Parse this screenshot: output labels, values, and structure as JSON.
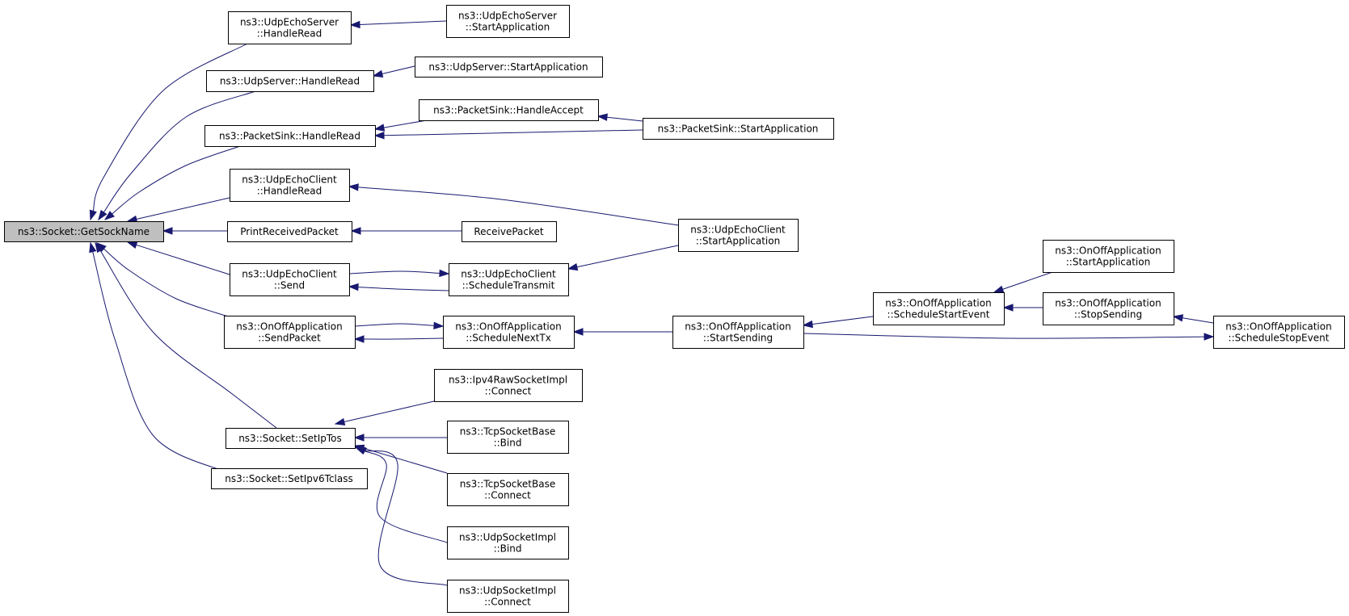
{
  "diagram": {
    "type": "call-graph",
    "colors": {
      "edge": "#191970",
      "node_border": "#000000",
      "node_fill": "#ffffff",
      "root_fill": "#bfbfbf",
      "text": "#000000"
    },
    "nodes": [
      {
        "id": "root",
        "lines": [
          "ns3::Socket::GetSockName"
        ]
      },
      {
        "id": "udpechoserver-handleread",
        "lines": [
          "ns3::UdpEchoServer",
          "::HandleRead"
        ]
      },
      {
        "id": "udpechoserver-startapp",
        "lines": [
          "ns3::UdpEchoServer",
          "::StartApplication"
        ]
      },
      {
        "id": "udpserver-handleread",
        "lines": [
          "ns3::UdpServer::HandleRead"
        ]
      },
      {
        "id": "udpserver-startapp",
        "lines": [
          "ns3::UdpServer::StartApplication"
        ]
      },
      {
        "id": "packetsink-handleaccept",
        "lines": [
          "ns3::PacketSink::HandleAccept"
        ]
      },
      {
        "id": "packetsink-handleread",
        "lines": [
          "ns3::PacketSink::HandleRead"
        ]
      },
      {
        "id": "packetsink-startapp",
        "lines": [
          "ns3::PacketSink::StartApplication"
        ]
      },
      {
        "id": "udpechoclient-handleread",
        "lines": [
          "ns3::UdpEchoClient",
          "::HandleRead"
        ]
      },
      {
        "id": "printreceivedpacket",
        "lines": [
          "PrintReceivedPacket"
        ]
      },
      {
        "id": "receivepacket",
        "lines": [
          "ReceivePacket"
        ]
      },
      {
        "id": "udpechoclient-startapp",
        "lines": [
          "ns3::UdpEchoClient",
          "::StartApplication"
        ]
      },
      {
        "id": "udpechoclient-send",
        "lines": [
          "ns3::UdpEchoClient",
          "::Send"
        ]
      },
      {
        "id": "udpechoclient-scheduletransmit",
        "lines": [
          "ns3::UdpEchoClient",
          "::ScheduleTransmit"
        ]
      },
      {
        "id": "onoff-startapp",
        "lines": [
          "ns3::OnOffApplication",
          "::StartApplication"
        ]
      },
      {
        "id": "onoff-schedulestartevent",
        "lines": [
          "ns3::OnOffApplication",
          "::ScheduleStartEvent"
        ]
      },
      {
        "id": "onoff-stopsending",
        "lines": [
          "ns3::OnOffApplication",
          "::StopSending"
        ]
      },
      {
        "id": "onoff-sendpacket",
        "lines": [
          "ns3::OnOffApplication",
          "::SendPacket"
        ]
      },
      {
        "id": "onoff-schedulenexttx",
        "lines": [
          "ns3::OnOffApplication",
          "::ScheduleNextTx"
        ]
      },
      {
        "id": "onoff-startsending",
        "lines": [
          "ns3::OnOffApplication",
          "::StartSending"
        ]
      },
      {
        "id": "onoff-schedulestopevent",
        "lines": [
          "ns3::OnOffApplication",
          "::ScheduleStopEvent"
        ]
      },
      {
        "id": "ipv4raw-connect",
        "lines": [
          "ns3::Ipv4RawSocketImpl",
          "::Connect"
        ]
      },
      {
        "id": "socket-setiptos",
        "lines": [
          "ns3::Socket::SetIpTos"
        ]
      },
      {
        "id": "tcpsocketbase-bind",
        "lines": [
          "ns3::TcpSocketBase",
          "::Bind"
        ]
      },
      {
        "id": "socket-setipv6tclass",
        "lines": [
          "ns3::Socket::SetIpv6Tclass"
        ]
      },
      {
        "id": "tcpsocketbase-connect",
        "lines": [
          "ns3::TcpSocketBase",
          "::Connect"
        ]
      },
      {
        "id": "udpsocketimpl-bind",
        "lines": [
          "ns3::UdpSocketImpl",
          "::Bind"
        ]
      },
      {
        "id": "udpsocketimpl-connect",
        "lines": [
          "ns3::UdpSocketImpl",
          "::Connect"
        ]
      }
    ],
    "edges": [
      {
        "from": "udpechoserver-handleread",
        "to": "root"
      },
      {
        "from": "udpserver-handleread",
        "to": "root"
      },
      {
        "from": "packetsink-handleread",
        "to": "root"
      },
      {
        "from": "udpechoclient-handleread",
        "to": "root"
      },
      {
        "from": "printreceivedpacket",
        "to": "root"
      },
      {
        "from": "udpechoclient-send",
        "to": "root"
      },
      {
        "from": "onoff-sendpacket",
        "to": "root"
      },
      {
        "from": "socket-setiptos",
        "to": "root"
      },
      {
        "from": "socket-setipv6tclass",
        "to": "root"
      },
      {
        "from": "udpechoserver-startapp",
        "to": "udpechoserver-handleread"
      },
      {
        "from": "udpserver-startapp",
        "to": "udpserver-handleread"
      },
      {
        "from": "packetsink-handleaccept",
        "to": "packetsink-handleread"
      },
      {
        "from": "packetsink-startapp",
        "to": "packetsink-handleread"
      },
      {
        "from": "packetsink-startapp",
        "to": "packetsink-handleaccept"
      },
      {
        "from": "udpechoclient-startapp",
        "to": "udpechoclient-handleread"
      },
      {
        "from": "receivepacket",
        "to": "printreceivedpacket"
      },
      {
        "from": "udpechoclient-scheduletransmit",
        "to": "udpechoclient-send"
      },
      {
        "from": "udpechoclient-send",
        "to": "udpechoclient-scheduletransmit"
      },
      {
        "from": "udpechoclient-startapp",
        "to": "udpechoclient-scheduletransmit"
      },
      {
        "from": "onoff-schedulenexttx",
        "to": "onoff-sendpacket"
      },
      {
        "from": "onoff-sendpacket",
        "to": "onoff-schedulenexttx"
      },
      {
        "from": "onoff-startsending",
        "to": "onoff-schedulenexttx"
      },
      {
        "from": "onoff-schedulestartevent",
        "to": "onoff-startsending"
      },
      {
        "from": "onoff-startapp",
        "to": "onoff-schedulestartevent"
      },
      {
        "from": "onoff-stopsending",
        "to": "onoff-schedulestartevent"
      },
      {
        "from": "onoff-schedulestopevent",
        "to": "onoff-stopsending"
      },
      {
        "from": "onoff-startsending",
        "to": "onoff-schedulestopevent"
      },
      {
        "from": "ipv4raw-connect",
        "to": "socket-setiptos"
      },
      {
        "from": "tcpsocketbase-bind",
        "to": "socket-setiptos"
      },
      {
        "from": "tcpsocketbase-connect",
        "to": "socket-setiptos"
      },
      {
        "from": "udpsocketimpl-bind",
        "to": "socket-setiptos"
      },
      {
        "from": "udpsocketimpl-connect",
        "to": "socket-setiptos"
      }
    ]
  }
}
